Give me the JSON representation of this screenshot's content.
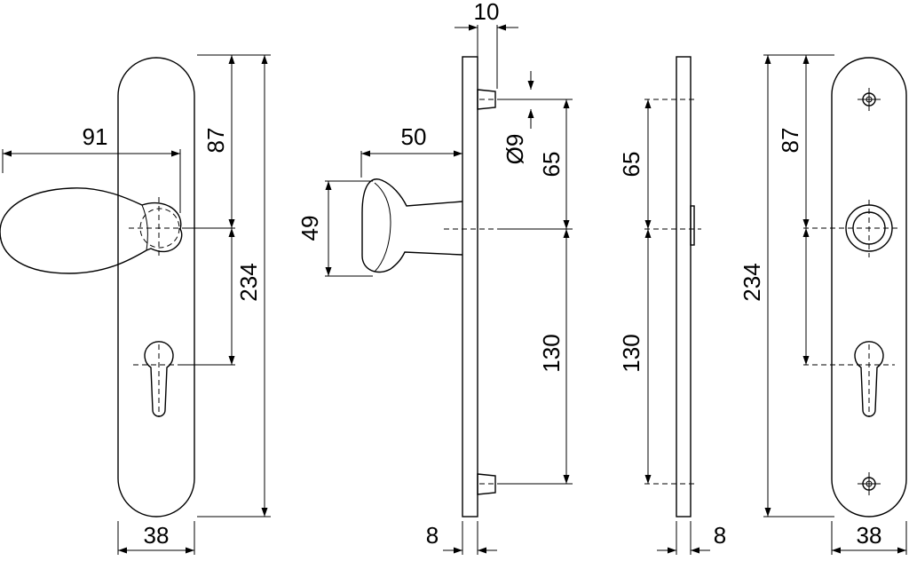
{
  "dimensions": {
    "front_knob_projection": "91",
    "front_upper_height": "87",
    "front_total_height": "234",
    "front_plate_width": "38",
    "side_thickness_top": "10",
    "side_knob_depth": "50",
    "side_knob_height": "49",
    "side_screw_diameter": "Ø9",
    "side_screw_offset": "65",
    "side_lower_offset": "130",
    "side_plate_thickness": "8",
    "inner_upper_offset": "65",
    "inner_lower_offset": "130",
    "inner_plate_thickness": "8",
    "back_upper_height": "87",
    "back_total_height": "234",
    "back_plate_width": "38"
  }
}
